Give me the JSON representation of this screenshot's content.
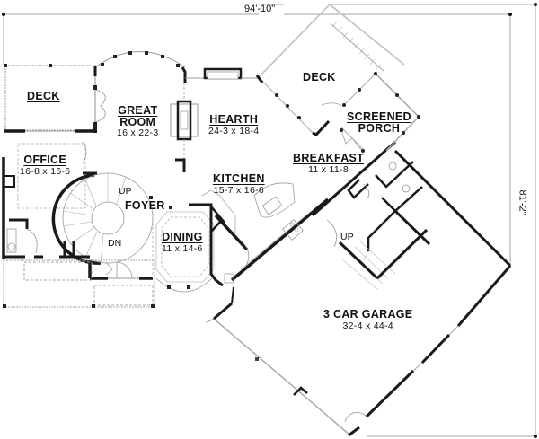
{
  "dimensions": {
    "width": "94'-10\"",
    "depth": "81'-2\""
  },
  "rooms": {
    "deck_left": {
      "name": "DECK"
    },
    "great_room": {
      "name": "GREAT ROOM",
      "name_line1": "GREAT",
      "name_line2": "ROOM",
      "size": "16 x 22-3"
    },
    "hearth": {
      "name": "HEARTH",
      "size": "24-3 x 18-4"
    },
    "deck_right": {
      "name": "DECK"
    },
    "screened_porch": {
      "name": "SCREENED PORCH",
      "name_line1": "SCREENED",
      "name_line2": "PORCH"
    },
    "breakfast": {
      "name": "BREAKFAST",
      "size": "11 x 11-8"
    },
    "office": {
      "name": "OFFICE",
      "size": "16-8 x 16-6"
    },
    "foyer": {
      "name": "FOYER"
    },
    "kitchen": {
      "name": "KITCHEN",
      "size": "15-7 x 16-6"
    },
    "dining": {
      "name": "DINING",
      "size": "11 x 14-6"
    },
    "garage": {
      "name": "3 CAR GARAGE",
      "size": "32-4 x 44-4"
    }
  },
  "stair_labels": {
    "foyer_up": "UP",
    "foyer_down": "DN",
    "garage_up": "UP"
  },
  "colors": {
    "wall": "#1a1a1a",
    "thin_line": "#9a9a9a",
    "background": "#ffffff"
  }
}
